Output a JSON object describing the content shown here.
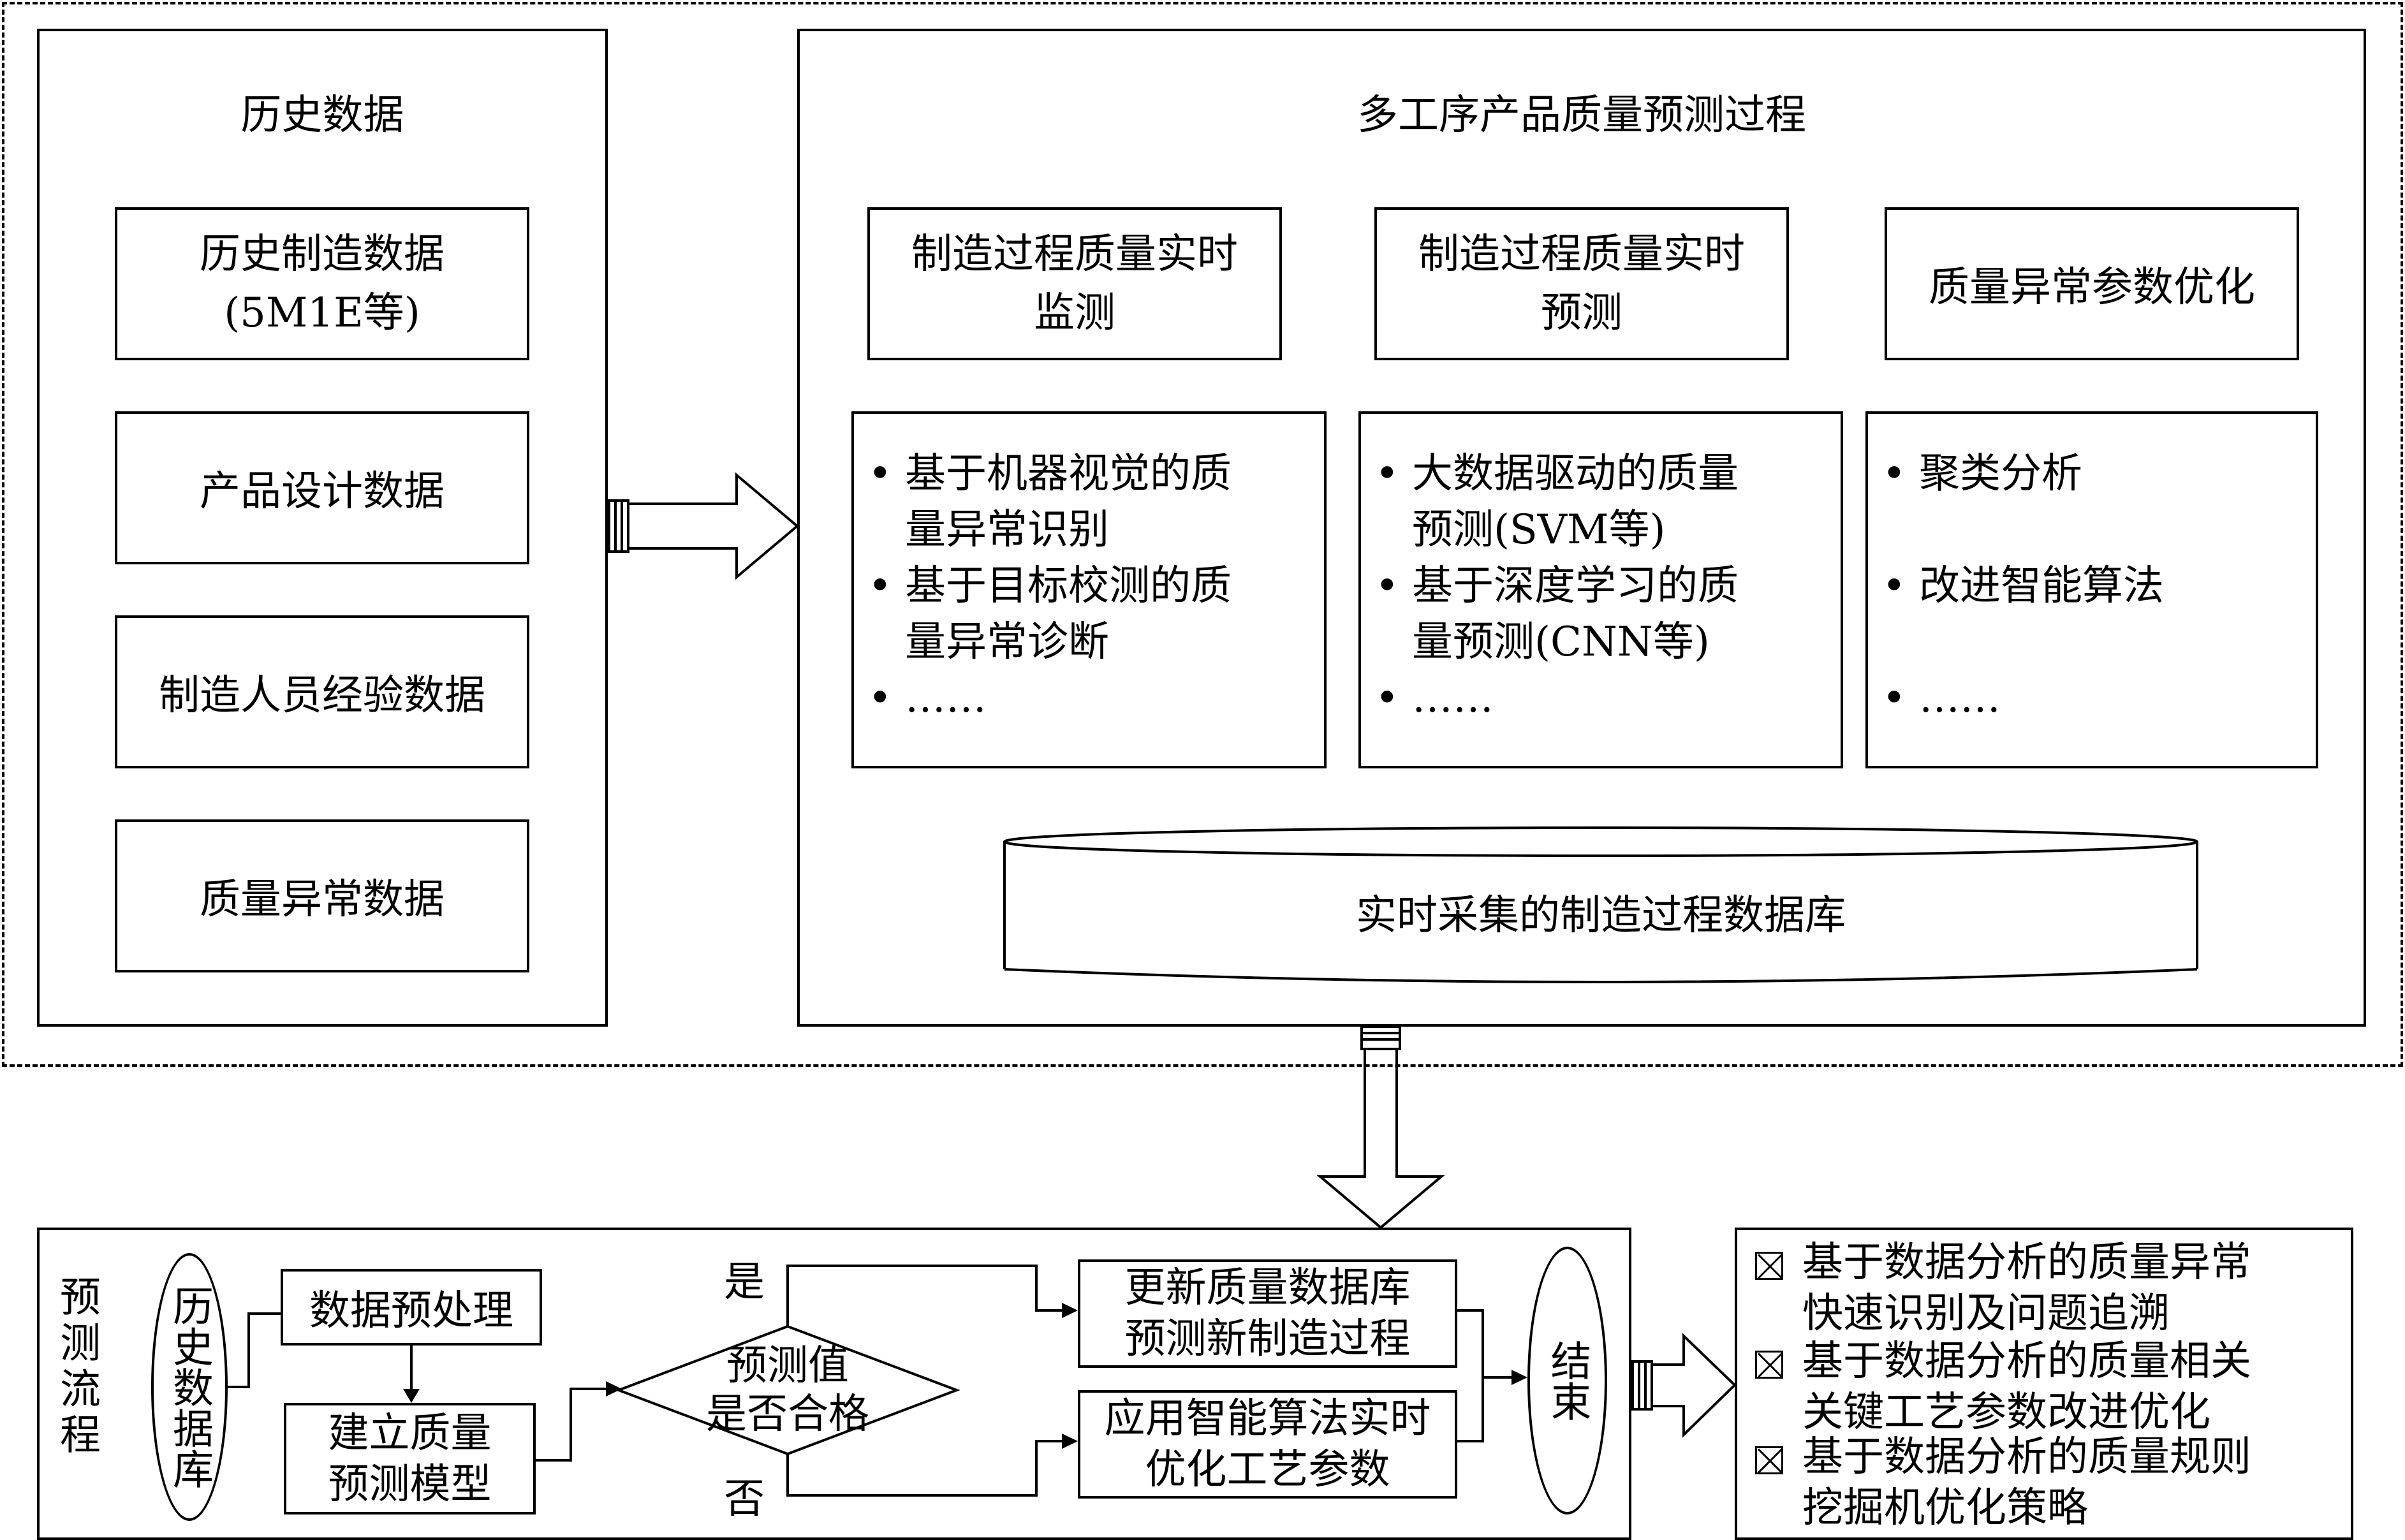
{
  "top": {
    "history": {
      "title": "历史数据",
      "items": [
        "历史制造数据",
        "(5M1E等)",
        "产品设计数据",
        "制造人员经验数据",
        "质量异常数据"
      ]
    },
    "process": {
      "title": "多工序产品质量预测过程",
      "headers": [
        [
          "制造过程质量实时",
          "监测"
        ],
        [
          "制造过程质量实时",
          "预测"
        ],
        [
          "质量异常参数优化"
        ]
      ],
      "col1": [
        "基于机器视觉的质",
        "量异常识别",
        "基于目标校测的质",
        "量异常诊断",
        "……"
      ],
      "col2": [
        "大数据驱动的质量",
        "预测(SVM等)",
        "基于深度学习的质",
        "量预测(CNN等)",
        "……"
      ],
      "col3": [
        "聚类分析",
        "改进智能算法",
        "……"
      ],
      "database": "实时采集的制造过程数据库"
    }
  },
  "flow": {
    "label": "预测流程",
    "history_db": "历史数据库",
    "preprocess": "数据预处理",
    "model": [
      "建立质量",
      "预测模型"
    ],
    "decision": [
      "预测值",
      "是否合格"
    ],
    "yes": "是",
    "no": "否",
    "update": [
      "更新质量数据库",
      "预测新制造过程"
    ],
    "optimize": [
      "应用智能算法实时",
      "优化工艺参数"
    ],
    "end": "结束"
  },
  "outcomes": [
    [
      "基于数据分析的质量异常",
      "快速识别及问题追溯"
    ],
    [
      "基于数据分析的质量相关",
      "关键工艺参数改进优化"
    ],
    [
      "基于数据分析的质量规则",
      "挖掘机优化策略"
    ]
  ]
}
